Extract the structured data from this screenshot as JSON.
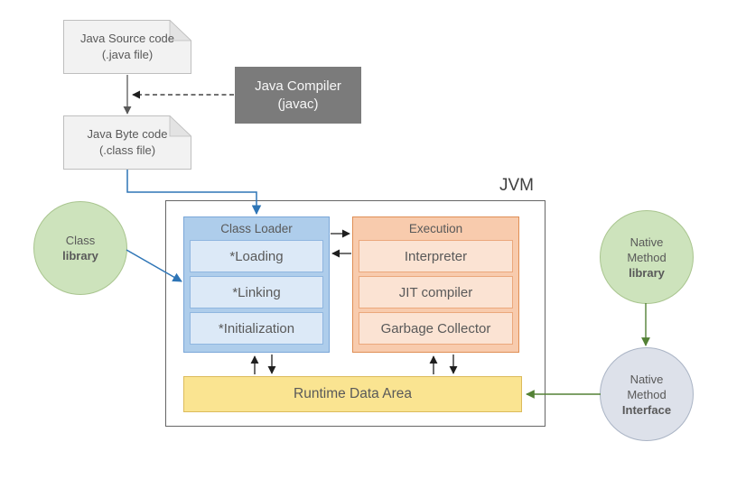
{
  "title": "JVM",
  "nodes": {
    "java_source": {
      "line1": "Java Source code",
      "line2": "(.java file)"
    },
    "java_compiler": {
      "line1": "Java Compiler",
      "line2": "(javac)"
    },
    "java_byte": {
      "line1": "Java Byte code",
      "line2": "(.class file)"
    },
    "class_library": {
      "line1": "Class",
      "line2": "library"
    },
    "class_loader": {
      "header": "Class Loader",
      "items": [
        "*Loading",
        "*Linking",
        "*Initialization"
      ]
    },
    "execution": {
      "header": "Execution",
      "items": [
        "Interpreter",
        "JIT compiler",
        "Garbage Collector"
      ]
    },
    "runtime_data_area": {
      "label": "Runtime Data Area"
    },
    "native_method_library": {
      "line1": "Native",
      "line2": "Method",
      "line3": "library"
    },
    "native_method_interface": {
      "line1": "Native",
      "line2": "Method",
      "line3": "Interface"
    }
  },
  "colors": {
    "doc_fill": "#F2F2F2",
    "doc_border": "#BFBFBF",
    "compiler_fill": "#7B7B7B",
    "compiler_text": "#F7F7F7",
    "blue_fill": "#AECDEB",
    "blue_border": "#7AA7D8",
    "blue_item_fill": "#DCE9F7",
    "blue_item_border": "#8FB6E0",
    "orange_fill": "#F8CBAD",
    "orange_border": "#DF8E55",
    "orange_item_fill": "#FBE3D3",
    "orange_item_border": "#EBA87C",
    "yellow_fill": "#FAE491",
    "yellow_border": "#DCBB5C",
    "green_fill": "#CDE3BC",
    "green_border": "#A9C58F",
    "gray_circle_fill": "#DDE1EA",
    "gray_circle_border": "#AAB4C5",
    "text_gray": "#595959",
    "arrow_blue": "#2E75B6",
    "arrow_green": "#538135",
    "arrow_black": "#1F1F1F",
    "arrow_gray": "#595959"
  }
}
